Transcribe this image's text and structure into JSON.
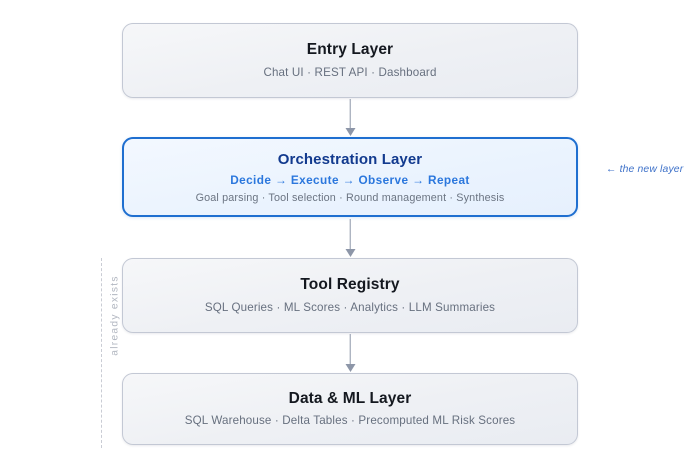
{
  "diagram": {
    "background_color": "#ffffff",
    "layers": [
      {
        "id": "entry",
        "title": "Entry Layer",
        "subtitle": "Chat UI  ·  REST API  ·  Dashboard",
        "highlighted": false,
        "border_color": "#c3c8d4",
        "fill_color": "#eef0f4"
      },
      {
        "id": "orchestration",
        "title": "Orchestration Layer",
        "flow": {
          "steps": [
            "Decide",
            "Execute",
            "Observe",
            "Repeat"
          ],
          "separator": "→",
          "text": "Decide  →  Execute  →  Observe  →  Repeat"
        },
        "subtitle": "Goal parsing  ·  Tool selection  ·  Round management  ·  Synthesis",
        "highlighted": true,
        "border_color": "#1f6fd0",
        "fill_color": "#eaf3fe",
        "title_color": "#123a8e",
        "flow_color": "#2b77dd"
      },
      {
        "id": "tool-registry",
        "title": "Tool Registry",
        "subtitle": "SQL Queries  ·  ML Scores  ·  Analytics  ·  LLM Summaries",
        "highlighted": false,
        "border_color": "#c3c8d4",
        "fill_color": "#eef0f4"
      },
      {
        "id": "data-ml",
        "title": "Data & ML Layer",
        "subtitle": "SQL Warehouse  ·  Delta Tables  ·  Precomputed ML Risk Scores",
        "highlighted": false,
        "border_color": "#c3c8d4",
        "fill_color": "#eef0f4"
      }
    ],
    "connectors": [
      {
        "id": "entry-to-orchestration",
        "direction": "down",
        "color": "#8d96a8"
      },
      {
        "id": "orchestration-to-tool-registry",
        "direction": "down",
        "color": "#8d96a8"
      },
      {
        "id": "tool-registry-to-data-ml",
        "direction": "down",
        "color": "#8d96a8"
      }
    ],
    "annotations": {
      "new_layer": {
        "text": "← the new layer",
        "color": "#3f72c9",
        "style": "italic",
        "points_to": "orchestration"
      },
      "already_exists": {
        "text": "already exists",
        "color": "#b2b7c1",
        "orientation": "vertical",
        "spans": [
          "tool-registry",
          "data-ml"
        ]
      }
    }
  }
}
